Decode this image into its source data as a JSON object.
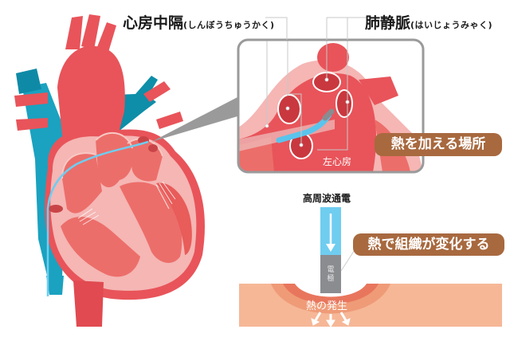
{
  "labels": {
    "septum": {
      "main": "心房中隔",
      "reading": "(しんぼうちゅうかく)"
    },
    "pulmonary_vein": {
      "main": "肺静脈",
      "reading": "(はいじょうみゃく)"
    },
    "left_atrium": "左心房",
    "heat_location": "熱を加える場所",
    "rf_current": "高周波通電",
    "tissue_change": "熱で組織が変化する",
    "electrode": "電極",
    "heat_generation": "熱の発生"
  },
  "colors": {
    "heart_red": "#e8545a",
    "heart_light": "#f5b6b4",
    "heart_mid": "#ec6e6a",
    "vein_blue": "#1aa2c0",
    "catheter_blue": "#6fcdf0",
    "pill_brown": "#a8693f",
    "electrode_gray": "#8a8c90",
    "tissue_peach": "#f6b797",
    "tissue_orange": "#ef9b78",
    "tissue_deep": "#e8765d",
    "box_border": "#9a9a9a"
  }
}
